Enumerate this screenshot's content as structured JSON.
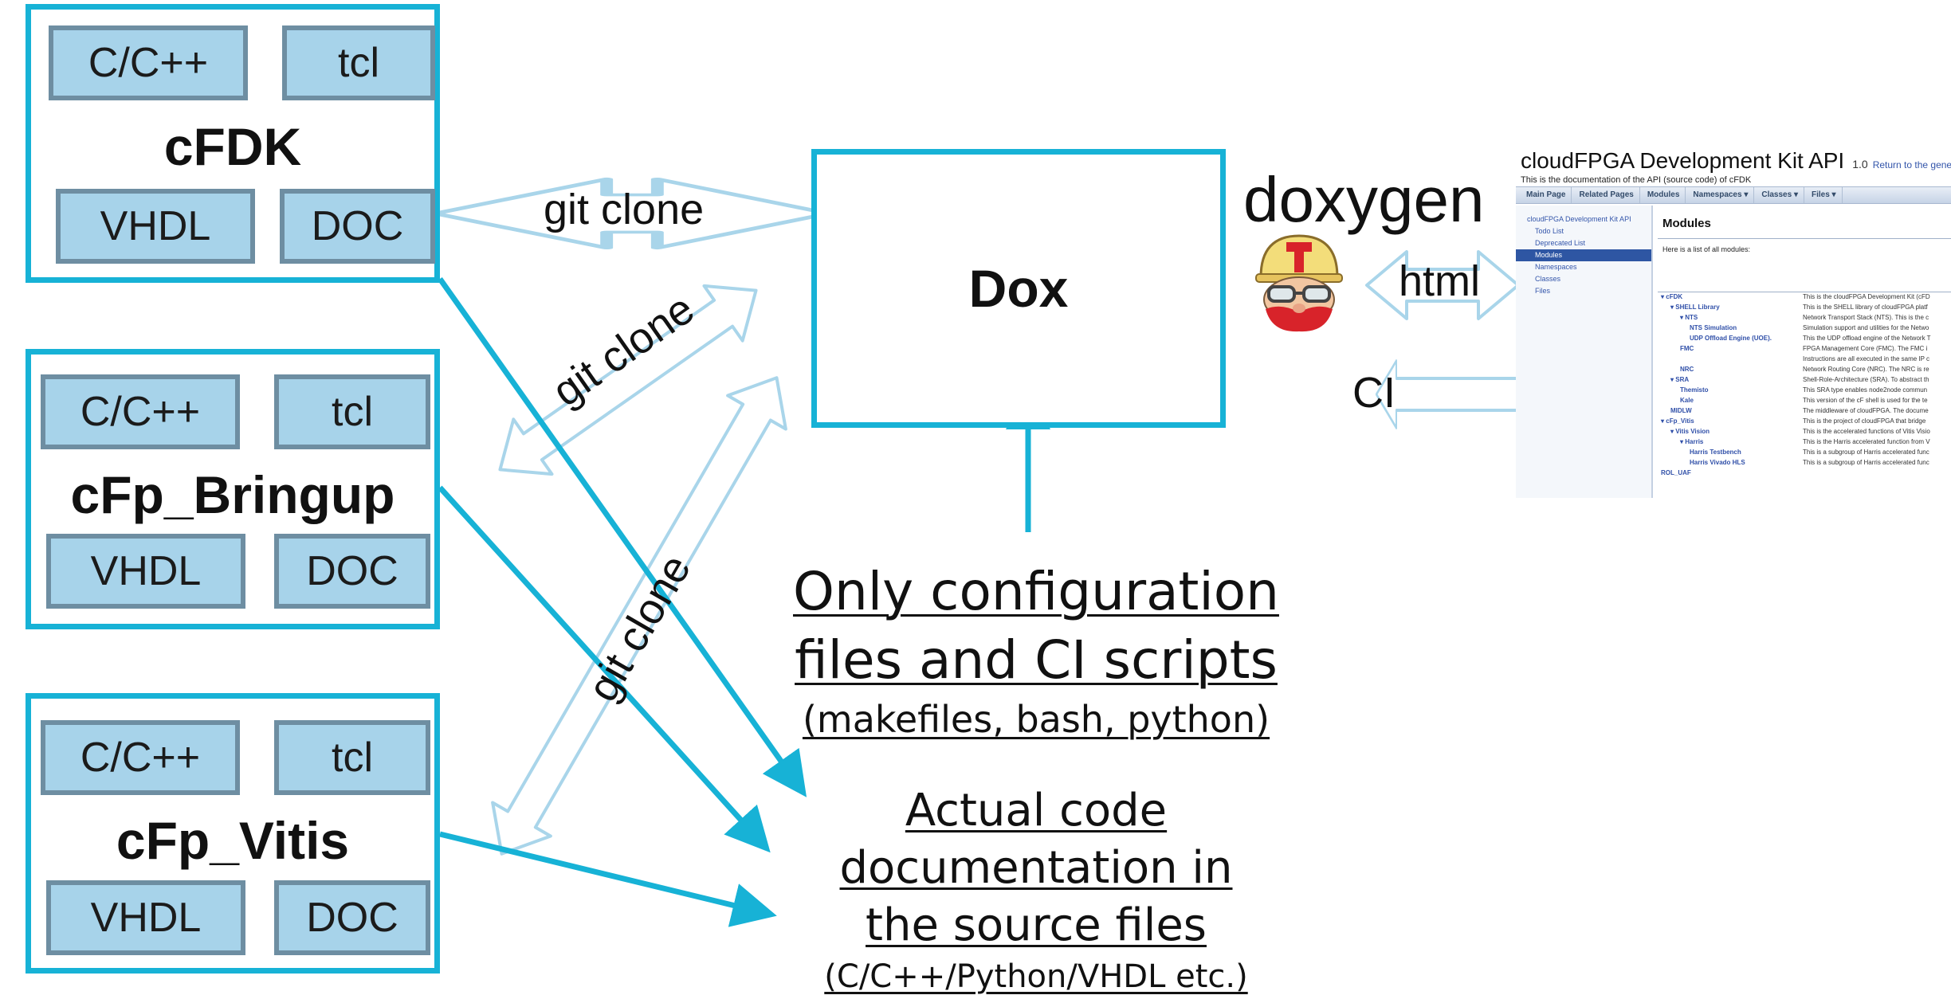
{
  "repos": [
    {
      "title": "cFDK",
      "chips": [
        "C/C++",
        "tcl",
        "VHDL",
        "DOC"
      ]
    },
    {
      "title": "cFp_Bringup",
      "chips": [
        "C/C++",
        "tcl",
        "VHDL",
        "DOC"
      ]
    },
    {
      "title": "cFp_Vitis",
      "chips": [
        "C/C++",
        "tcl",
        "VHDL",
        "DOC"
      ]
    }
  ],
  "dox": {
    "label": "Dox"
  },
  "arrows": {
    "git_clone_1": "git clone",
    "git_clone_2": "git clone",
    "git_clone_3": "git clone",
    "html": "html",
    "ci": "CI"
  },
  "doxygen_label": "doxygen",
  "notes": {
    "config": {
      "line1": "Only configuration",
      "line2": "files and CI scripts",
      "line3": "(makefiles, bash, python)"
    },
    "code": {
      "line1": "Actual code",
      "line2": "documentation in",
      "line3": "the source files",
      "line4": "(C/C++/Python/VHDL etc.)"
    }
  },
  "doc_page": {
    "title": "cloudFPGA Development Kit API",
    "version": "1.0",
    "return_link": "Return to the gener",
    "subtitle": "This is the documentation of the API (source code) of cFDK",
    "nav": [
      "Main Page",
      "Related Pages",
      "Modules",
      "Namespaces ▾",
      "Classes ▾",
      "Files ▾"
    ],
    "sidebar": [
      "cloudFPGA Development Kit API",
      "Todo List",
      "Deprecated List",
      "Modules",
      "Namespaces",
      "Classes",
      "Files"
    ],
    "heading": "Modules",
    "intro": "Here is a list of all modules:",
    "rows": [
      {
        "name": "▾ cFDK",
        "desc": "This is the cloudFPGA Development Kit (cFD"
      },
      {
        "name": "▾ SHELL Library",
        "desc": "This is the SHELL library of cloudFPGA platf"
      },
      {
        "name": "▾ NTS",
        "desc": "Network Transport Stack (NTS). This is the c"
      },
      {
        "name": "NTS Simulation",
        "desc": "Simulation support and utilities for the Netwo"
      },
      {
        "name": "UDP Offload Engine (UOE).",
        "desc": "This the UDP offload engine of the Network T"
      },
      {
        "name": "FMC",
        "desc": "FPGA Management Core (FMC). The FMC i"
      },
      {
        "name": "",
        "desc": "Instructions are all executed in the same IP c"
      },
      {
        "name": "NRC",
        "desc": "Network Routing Core (NRC). The NRC is re"
      },
      {
        "name": "▾ SRA",
        "desc": "Shell-Role-Architecture (SRA). To abstract th"
      },
      {
        "name": "Themisto",
        "desc": "This SRA type enables node2node commun"
      },
      {
        "name": "Kale",
        "desc": "This version of the cF shell is used for the te"
      },
      {
        "name": "MIDLW",
        "desc": "The middleware of cloudFPGA. The docume"
      },
      {
        "name": "▾ cFp_Vitis",
        "desc": "This is the project of cloudFPGA that bridge"
      },
      {
        "name": "▾ Vitis Vision",
        "desc": "This is the accelerated functions of Vitis Visio"
      },
      {
        "name": "▾ Harris",
        "desc": "This is the Harris accelerated function from V"
      },
      {
        "name": "Harris Testbench",
        "desc": "This is a subgroup of Harris accelerated func"
      },
      {
        "name": "Harris Vivado HLS",
        "desc": "This is a subgroup of Harris accelerated func"
      },
      {
        "name": "ROL_UAF",
        "desc": ""
      }
    ]
  },
  "colors": {
    "accent": "#17b2d6",
    "chip_fill": "#a7d3ea",
    "chip_border": "#6e8ea2",
    "arrow_stroke": "#a9d5ea"
  }
}
